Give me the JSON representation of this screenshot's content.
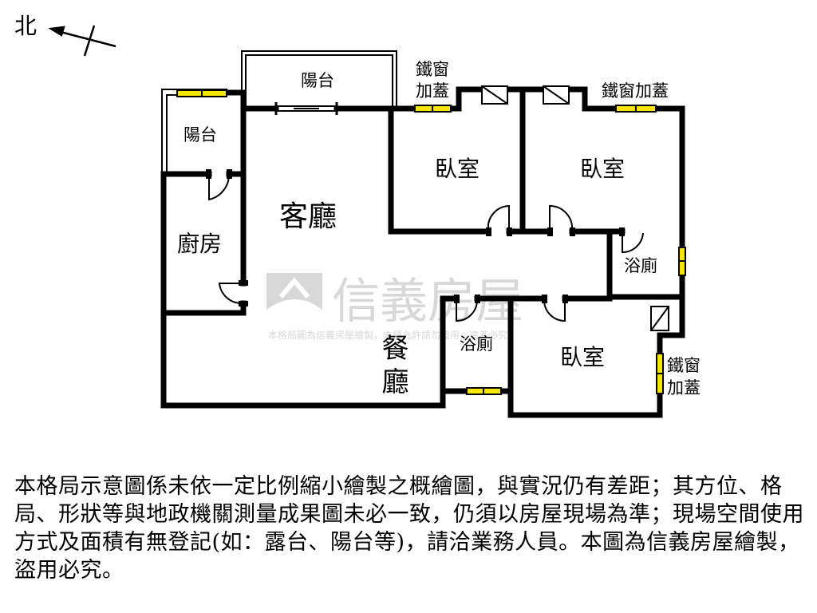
{
  "compass": {
    "label": "北"
  },
  "rooms": {
    "balcony_top": "陽台",
    "balcony_left": "陽台",
    "living_room": "客廳",
    "kitchen": "廚房",
    "bedroom_1": "臥室",
    "bedroom_2": "臥室",
    "bedroom_3": "臥室",
    "bathroom_1": "浴廁",
    "bathroom_2": "浴廁",
    "dining_room": "餐廳"
  },
  "annotations": {
    "iron_window_1a": "鐵窗",
    "iron_window_1b": "加蓋",
    "iron_window_2": "鐵窗加蓋",
    "iron_window_3a": "鐵窗",
    "iron_window_3b": "加蓋"
  },
  "watermark": {
    "brand": "信義房屋",
    "notice": "本格局圖為信義房屋繪製，未經允許請勿盜用，違者必究"
  },
  "disclaimer": "本格局示意圖係未依一定比例縮小繪製之概繪圖，與實況仍有差距；其方位、格局、形狀等與地政機關測量成果圖未必一致，仍須以房屋現場為準；現場空間使用方式及面積有無登記(如：露台、陽台等)，請洽業務人員。本圖為信義房屋繪製，盜用必究。",
  "colors": {
    "wall": "#000000",
    "window": "#f5e600",
    "watermark": "#b9b9b9"
  }
}
